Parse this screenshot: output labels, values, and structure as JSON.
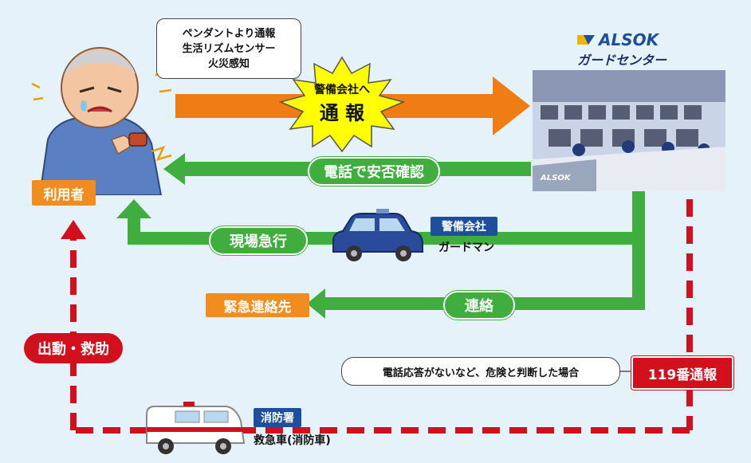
{
  "colors": {
    "background": "#e6f2f9",
    "arrow_orange": "#f07d14",
    "flow_green": "#3fae3f",
    "emergency_red": "#d2101d",
    "alsok_blue": "#1d4f9c",
    "label_orange": "#f18d1e"
  },
  "brand": {
    "name": "ALSOK",
    "subtitle": "ガードセンター",
    "monitor_label": "ALSOK"
  },
  "user_label": "利用者",
  "trigger_bubble": [
    "ペンダントより通報",
    "生活リズムセンサー",
    "火災感知"
  ],
  "burst": {
    "line1": "警備会社へ",
    "line2": "通 報"
  },
  "safety_call": "電話で安否確認",
  "dispatch": {
    "flow_label": "現場急行",
    "company_tag": "警備会社",
    "guard_label": "ガードマン"
  },
  "contact": {
    "flow_label": "連絡",
    "target": "緊急連絡先"
  },
  "emergency": {
    "condition": "電話応答がないなど、危険と判断した場合",
    "call_label": "119番通報",
    "rescue_label": "出動・救助",
    "station_tag": "消防署",
    "vehicle_label": "救急車(消防車)"
  },
  "icons": [
    "elderly-person-icon",
    "pendant-device-icon",
    "guard-center-photo",
    "security-car-icon",
    "ambulance-icon"
  ]
}
